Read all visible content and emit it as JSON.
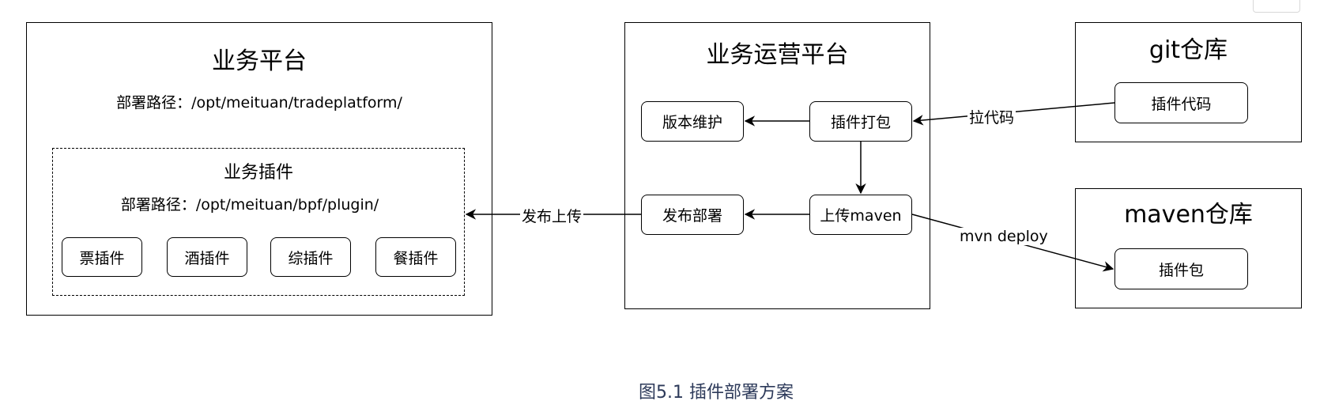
{
  "business_platform": {
    "title": "业务平台",
    "path": "部署路径：/opt/meituan/tradeplatform/",
    "plugin_group": {
      "title": "业务插件",
      "path": "部署路径：/opt/meituan/bpf/plugin/",
      "plugins": [
        "票插件",
        "酒插件",
        "综插件",
        "餐插件"
      ]
    }
  },
  "ops_platform": {
    "title": "业务运营平台",
    "nodes": {
      "version": "版本维护",
      "package": "插件打包",
      "deploy": "发布部署",
      "upload": "上传maven"
    }
  },
  "git_repo": {
    "title": "git仓库",
    "node": "插件代码"
  },
  "maven_repo": {
    "title": "maven仓库",
    "node": "插件包"
  },
  "edges": {
    "pull_code": "拉代码",
    "publish_upload": "发布上传",
    "mvn_deploy": "mvn deploy"
  },
  "caption": "图5.1 插件部署方案"
}
